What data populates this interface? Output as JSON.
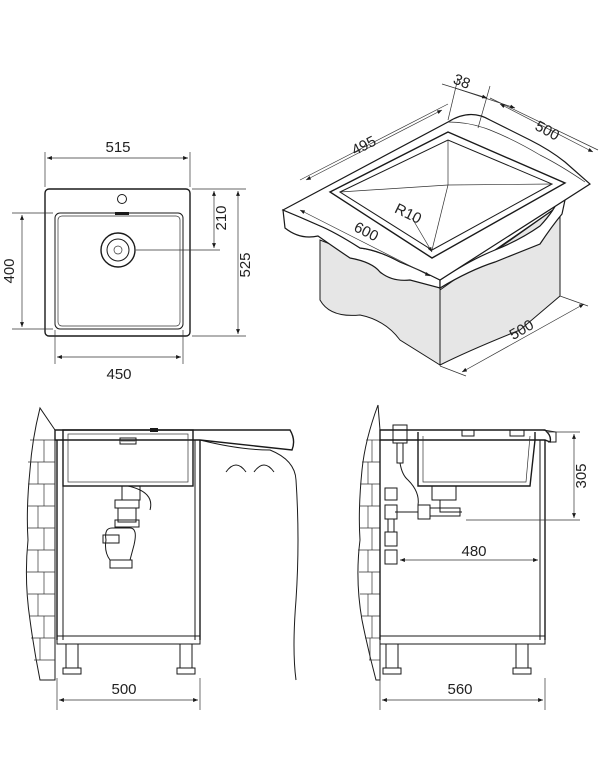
{
  "top_view": {
    "width": "515",
    "height": "525",
    "inner_width": "450",
    "inner_height": "400",
    "drain_offset": "210"
  },
  "iso_view": {
    "rim": "38",
    "depth": "500",
    "length": "495",
    "radius": "R10",
    "front": "600",
    "cabinet": "500"
  },
  "front_view": {
    "cabinet_width": "500"
  },
  "side_view": {
    "height": "305",
    "pipe_offset": "480",
    "cabinet_depth": "560"
  },
  "colors": {
    "line": "#1a1a1a",
    "background": "#ffffff",
    "surface": "#e6e6e6"
  }
}
